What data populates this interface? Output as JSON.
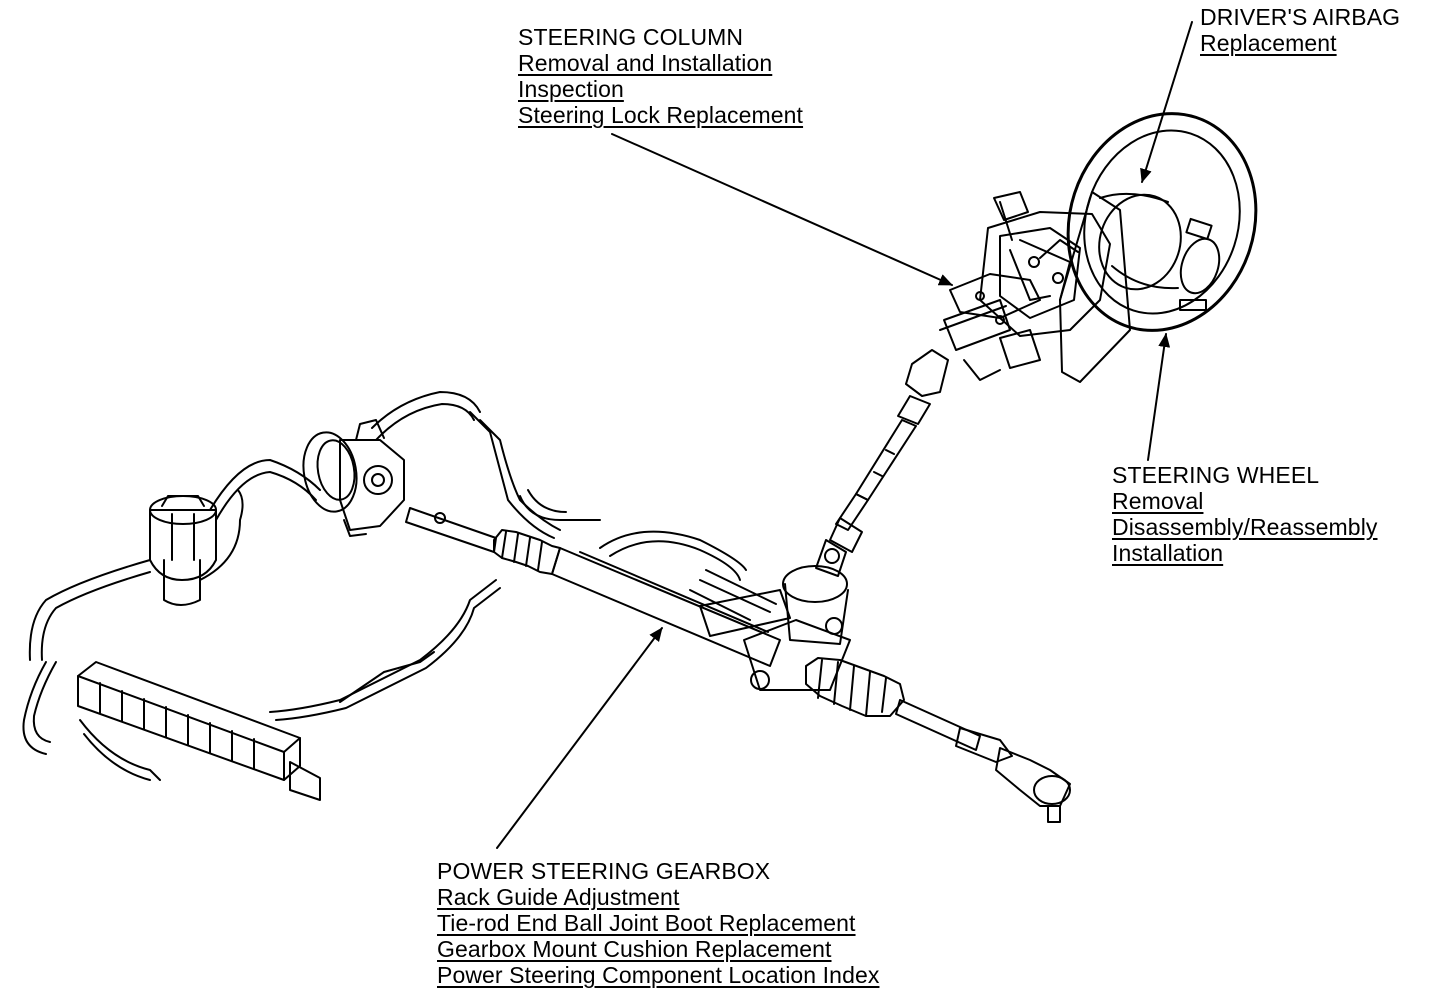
{
  "callouts": {
    "steering_column": {
      "heading": "STEERING COLUMN",
      "links": [
        "Removal and Installation",
        "Inspection",
        "Steering Lock Replacement"
      ]
    },
    "drivers_airbag": {
      "heading": "DRIVER'S AIRBAG",
      "links": [
        "Replacement"
      ]
    },
    "steering_wheel": {
      "heading": "STEERING WHEEL",
      "links": [
        "Removal",
        "Disassembly/Reassembly",
        "Installation"
      ]
    },
    "power_steering_gearbox": {
      "heading": "POWER STEERING GEARBOX",
      "links": [
        "Rack Guide Adjustment",
        "Tie-rod End Ball Joint Boot Replacement",
        "Gearbox Mount Cushion Replacement",
        "Power Steering Component Location Index"
      ]
    }
  }
}
